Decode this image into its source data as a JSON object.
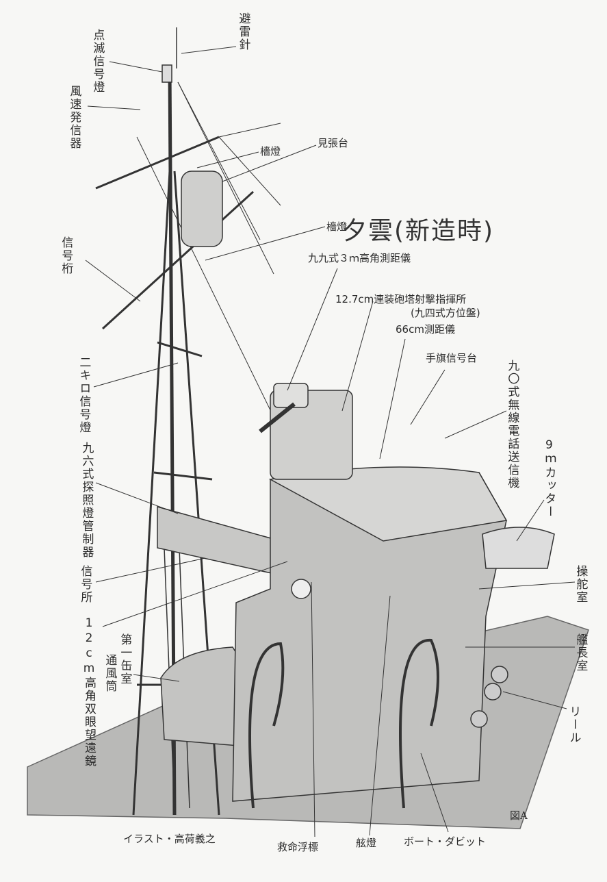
{
  "title": "夕雲(新造時)",
  "figure_label": "図A",
  "credit": "イラスト・高荷義之",
  "labels": {
    "flashing_signal_light": "点滅信号燈",
    "lightning_rod": "避雷針",
    "anemometer_transmitter": "風速発信器",
    "masthead_light_1": "檣燈",
    "lookout_platform": "見張台",
    "masthead_light_2": "檣燈",
    "signal_yard": "信号桁",
    "rangefinder_3m": "九九式３ｍ高角測距儀",
    "fire_control_station": "12.7cm連装砲塔射撃指揮所",
    "director": "(九四式方位盤)",
    "rangefinder_66cm": "66cm測距儀",
    "flag_signal_platform": "手旗信号台",
    "radio_telephone": "九〇式無線電話送信機",
    "cutter_9m": "9ｍカッター",
    "two_km_signal_light": "二キロ信号燈",
    "searchlight_controller": "九六式探照燈管制器",
    "signal_station": "信号所",
    "binoculars_12cm": "12cm高角双眼望遠鏡",
    "boiler_vent_1": "第一缶室",
    "boiler_vent_2": "通風筒",
    "wheelhouse": "操舵室",
    "captains_cabin": "艦長室",
    "reel": "リール",
    "life_buoy": "救命浮標",
    "side_light": "舷燈",
    "boat_davit": "ボート・ダビット"
  }
}
